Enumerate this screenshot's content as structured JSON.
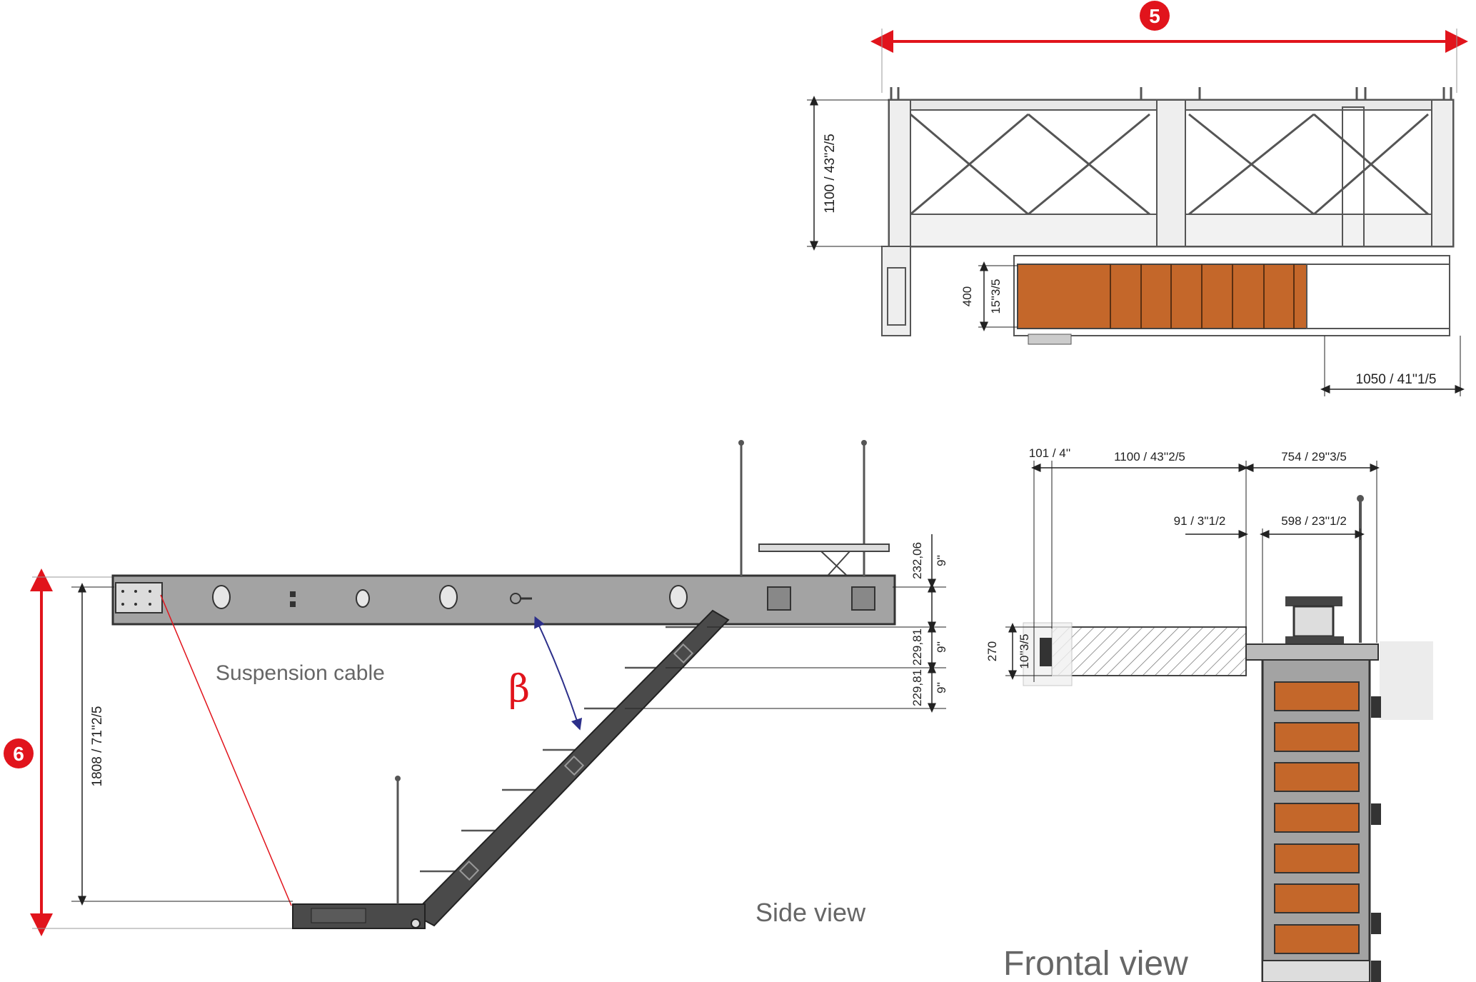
{
  "colors": {
    "accent_red": "#e1141c",
    "tread_orange": "#c4672a",
    "frame_grey": "#6e6e6e",
    "angle_blue": "#2c2f8a"
  },
  "badges": {
    "top": "5",
    "left": "6"
  },
  "labels": {
    "suspension_cable": "Suspension cable",
    "side_view": "Side view",
    "frontal_view": "Frontal view",
    "beta": "β"
  },
  "dims": {
    "h_1100": "1100 / 43''2/5",
    "h_400": "400",
    "h_15": "15''3/5",
    "w_1050": "1050 / 41''1/5",
    "v_1808": "1808 / 71''2/5",
    "d_232": "232,06",
    "d_229a": "229,81",
    "d_229b": "229,81",
    "in_9a": "9''",
    "in_9b": "9''",
    "in_9c": "9''",
    "f_101": "101 / 4''",
    "f_1100": "1100 / 43''2/5",
    "f_754": "754 / 29''3/5",
    "f_91": "91 / 3''1/2",
    "f_598": "598 / 23''1/2",
    "f_270": "270",
    "f_10": "10''3/5"
  }
}
